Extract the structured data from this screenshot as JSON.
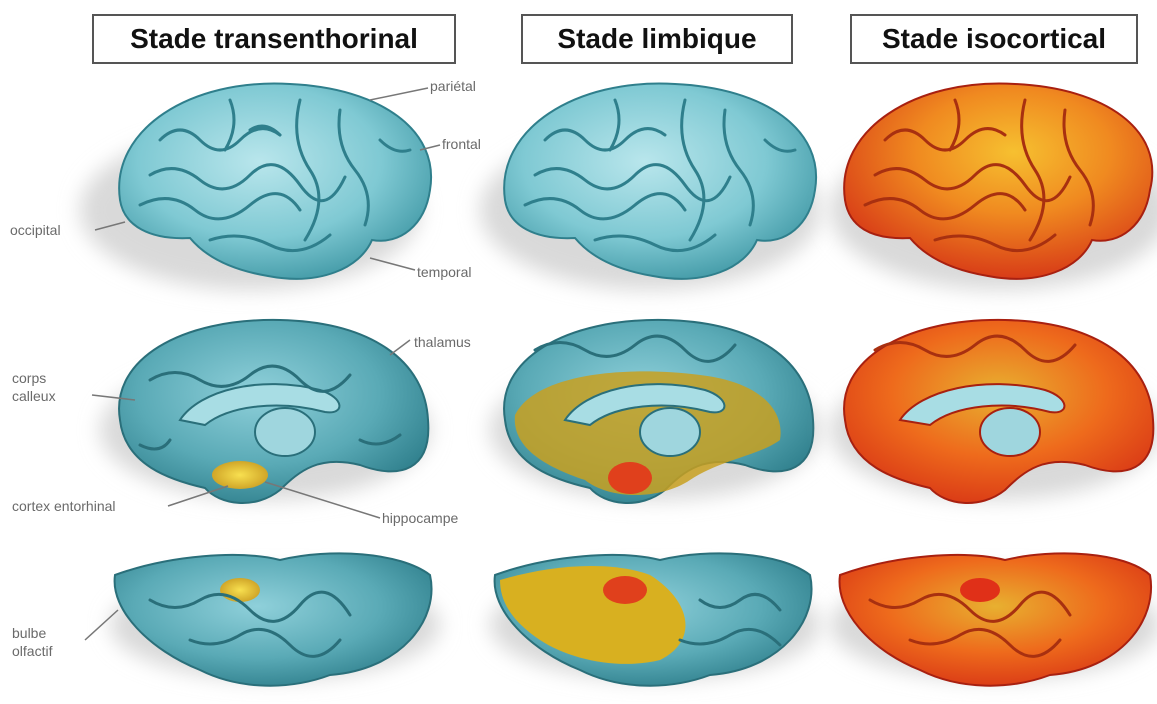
{
  "stages": [
    {
      "title": "Stade transenthorinal"
    },
    {
      "title": "Stade limbique"
    },
    {
      "title": "Stade isocortical"
    }
  ],
  "labels": {
    "parietal": "pariétal",
    "frontal": "frontal",
    "occipital": "occipital",
    "temporal": "temporal",
    "thalamus": "thalamus",
    "corps_calleux_1": "corps",
    "corps_calleux_2": "calleux",
    "cortex_entorhinal": "cortex entorhinal",
    "hippocampe": "hippocampe",
    "bulbe_olfactif_1": "bulbe",
    "bulbe_olfactif_2": "olfactif"
  },
  "colors": {
    "healthy": "#7fc9d3",
    "healthy_dark": "#2f7f8c",
    "mild": "#e8b830",
    "moderate": "#f08a20",
    "severe": "#d83018",
    "ventricle": "#a8dde4"
  }
}
